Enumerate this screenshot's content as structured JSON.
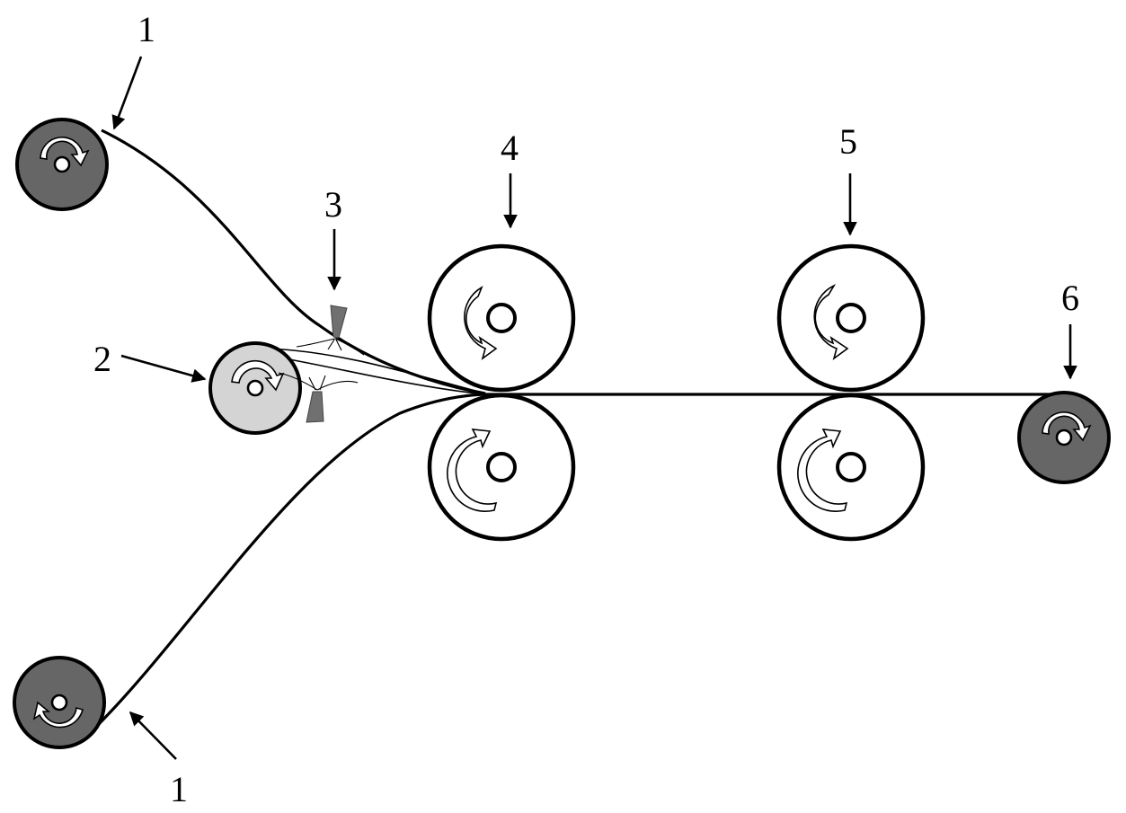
{
  "labels": {
    "supply_roll_top": "1",
    "supply_roll_bottom": "1",
    "center_spool": "2",
    "spray_nozzles": "3",
    "first_roller_pair": "4",
    "second_roller_pair": "5",
    "takeup_roll": "6"
  },
  "colors": {
    "dark_spool": "#666666",
    "light_spool": "#d4d4d4",
    "nozzle": "#707070",
    "line": "#000000"
  }
}
